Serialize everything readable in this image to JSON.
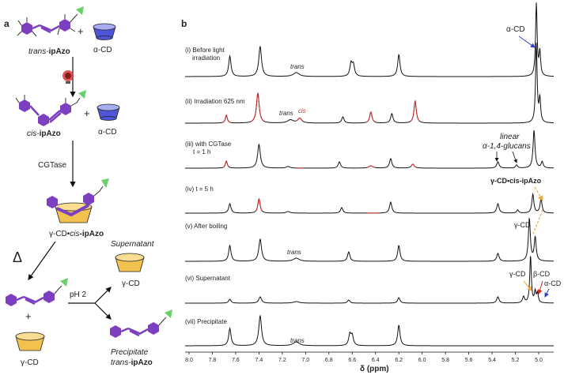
{
  "panel_a": {
    "label": "a",
    "plus_1": "+",
    "plus_2": "+",
    "plus_3": "+",
    "trans_ipazo_1": {
      "prefix": "trans-",
      "suffix": "ipAzo"
    },
    "alpha_cd_1": "α-CD",
    "cis_ipazo": {
      "prefix": "cis-",
      "suffix": "ipAzo"
    },
    "alpha_cd_2": "α-CD",
    "cgtase": "CGTase",
    "complex": {
      "prefix": "γ-CD•",
      "italic": "cis",
      "suffix": "-ipAzo"
    },
    "delta": "Δ",
    "ph": "pH 2",
    "supernatant": "Supernatant",
    "gamma_cd_super": "γ-CD",
    "gamma_cd_left": "γ-CD",
    "precipitate": "Precipitate",
    "trans_ipazo_2": {
      "prefix": "trans-",
      "suffix": "ipAzo"
    },
    "colors": {
      "purple": "#7b3fc0",
      "green": "#6bd06b",
      "blue": "#4e55d6",
      "gold": "#f2c14e",
      "red_bulb": "#d63b3b"
    }
  },
  "panel_b": {
    "label": "b",
    "traces": [
      {
        "label_1": "(i) Before light",
        "label_2": "irradiation",
        "note": "trans"
      },
      {
        "label_1": "(ii) Irradiation 625 nm",
        "note_trans": "trans",
        "note_cis": "cis"
      },
      {
        "label_1": "(iii) with CGTase",
        "label_2": "t = 1 h"
      },
      {
        "label_1": "(iv) t = 5 h"
      },
      {
        "label_1": "(v) After boiling",
        "note": "trans"
      },
      {
        "label_1": "(vi) Supernatant"
      },
      {
        "label_1": "(vii) Precipitate",
        "note": "trans"
      }
    ],
    "annotations": {
      "alpha_cd_top": "α-CD",
      "linear_1": "linear",
      "linear_2": "α-1,4-glucans",
      "complex": "γ-CD•cis-ipAzo",
      "gamma_cd_v": "γ-CD",
      "gamma_cd_vi": "γ-CD",
      "beta_cd_vi": "β-CD",
      "alpha_cd_vi": "α-CD"
    },
    "x_axis": {
      "title": "δ (ppm)",
      "ticks": [
        "8.0",
        "7.8",
        "7.6",
        "7.4",
        "7.2",
        "7.0",
        "6.8",
        "6.6",
        "6.4",
        "6.2",
        "6.0",
        "5.8",
        "5.6",
        "5.4",
        "5.2",
        "5.0"
      ],
      "range": [
        8.0,
        4.9
      ],
      "reversed": true
    },
    "colors": {
      "trace": "#111111",
      "cis_peaks": "#d62a2a",
      "arrow_blue": "#2a3bc8",
      "arrow_orange": "#f2a83a",
      "arrow_red": "#e02020"
    }
  }
}
